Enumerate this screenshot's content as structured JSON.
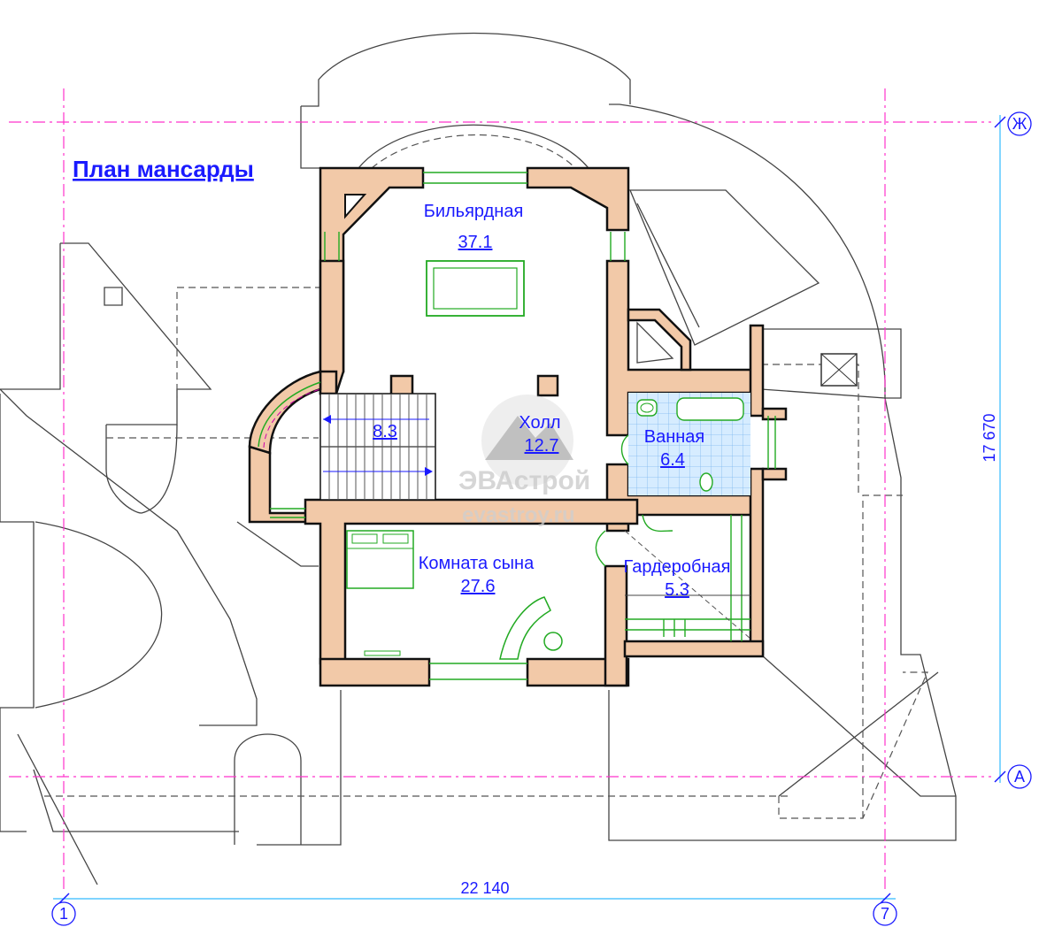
{
  "title": "План мансарды",
  "rooms": {
    "billiard": {
      "name": "Бильярдная",
      "area": "37.1"
    },
    "stairs": {
      "area": "8.3"
    },
    "hall": {
      "name": "Холл",
      "area": "12.7"
    },
    "bath": {
      "name": "Ванная",
      "area": "6.4"
    },
    "son": {
      "name": "Комната сына",
      "area": "27.6"
    },
    "wardrobe": {
      "name": "Гардеробная",
      "area": "5.3"
    }
  },
  "dimensions": {
    "width": "22 140",
    "depth": "17 670"
  },
  "axes": {
    "left": "1",
    "right": "7",
    "top": "Ж",
    "bottom": "А"
  },
  "watermark": {
    "brand": "ЭВАстрой",
    "site": "evastroy.ru"
  },
  "colors": {
    "wall_fill": "#f2c9a8",
    "text": "#1a1aff",
    "axis": "#ff33cc",
    "tile": "#d6ecff",
    "furniture": "#22aa22"
  }
}
